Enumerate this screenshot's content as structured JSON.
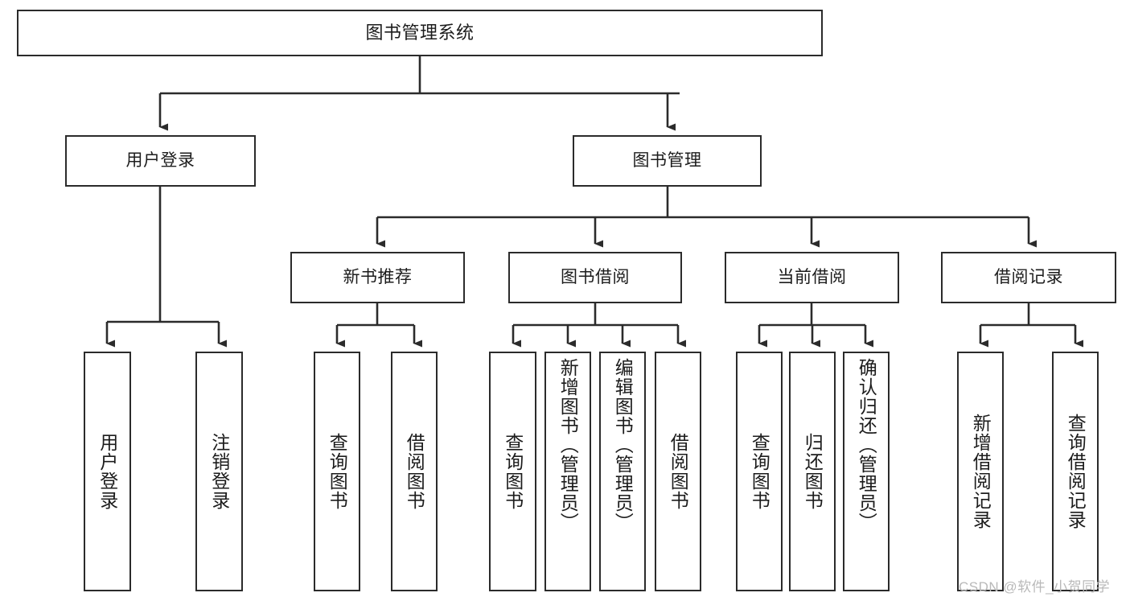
{
  "diagram": {
    "title": "图书管理系统",
    "type": "tree",
    "watermark": "CSDN @软件_小贺同学",
    "colors": {
      "stroke": "#2b2b2b",
      "fill": "#ffffff",
      "text": "#1c1c1c",
      "watermark": "#b9b9b9"
    },
    "levels": {
      "root": "图书管理系统",
      "level2": [
        "用户登录",
        "图书管理"
      ],
      "level3": [
        "新书推荐",
        "图书借阅",
        "当前借阅",
        "借阅记录"
      ]
    },
    "nodes": {
      "root": {
        "label": "图书管理系统"
      },
      "user_login": {
        "label": "用户登录"
      },
      "book_manage": {
        "label": "图书管理"
      },
      "new_book_rec": {
        "label": "新书推荐"
      },
      "book_borrow": {
        "label": "图书借阅"
      },
      "current_borrow": {
        "label": "当前借阅"
      },
      "borrow_record": {
        "label": "借阅记录"
      },
      "leaf_user_login": {
        "label": "用户登录"
      },
      "leaf_logout": {
        "label": "注销登录"
      },
      "leaf_query_book_1": {
        "label": "查询图书"
      },
      "leaf_borrow_book_1": {
        "label": "借阅图书"
      },
      "leaf_query_book_2": {
        "label": "查询图书"
      },
      "leaf_add_book": {
        "label": "新增图书（管理员）"
      },
      "leaf_edit_book": {
        "label": "编辑图书（管理员）"
      },
      "leaf_borrow_book_2": {
        "label": "借阅图书"
      },
      "leaf_query_book_3": {
        "label": "查询图书"
      },
      "leaf_return_book": {
        "label": "归还图书"
      },
      "leaf_confirm_return": {
        "label": "确认归还（管理员）"
      },
      "leaf_add_record": {
        "label": "新增借阅记录"
      },
      "leaf_query_record": {
        "label": "查询借阅记录"
      }
    },
    "edges": [
      {
        "from": "root",
        "to": "user_login"
      },
      {
        "from": "root",
        "to": "book_manage"
      },
      {
        "from": "user_login",
        "to": "leaf_user_login"
      },
      {
        "from": "user_login",
        "to": "leaf_logout"
      },
      {
        "from": "book_manage",
        "to": "new_book_rec"
      },
      {
        "from": "book_manage",
        "to": "book_borrow"
      },
      {
        "from": "book_manage",
        "to": "current_borrow"
      },
      {
        "from": "book_manage",
        "to": "borrow_record"
      },
      {
        "from": "new_book_rec",
        "to": "leaf_query_book_1"
      },
      {
        "from": "new_book_rec",
        "to": "leaf_borrow_book_1"
      },
      {
        "from": "book_borrow",
        "to": "leaf_query_book_2"
      },
      {
        "from": "book_borrow",
        "to": "leaf_add_book"
      },
      {
        "from": "book_borrow",
        "to": "leaf_edit_book"
      },
      {
        "from": "book_borrow",
        "to": "leaf_borrow_book_2"
      },
      {
        "from": "current_borrow",
        "to": "leaf_query_book_3"
      },
      {
        "from": "current_borrow",
        "to": "leaf_return_book"
      },
      {
        "from": "current_borrow",
        "to": "leaf_confirm_return"
      },
      {
        "from": "borrow_record",
        "to": "leaf_add_record"
      },
      {
        "from": "borrow_record",
        "to": "leaf_query_record"
      }
    ]
  }
}
